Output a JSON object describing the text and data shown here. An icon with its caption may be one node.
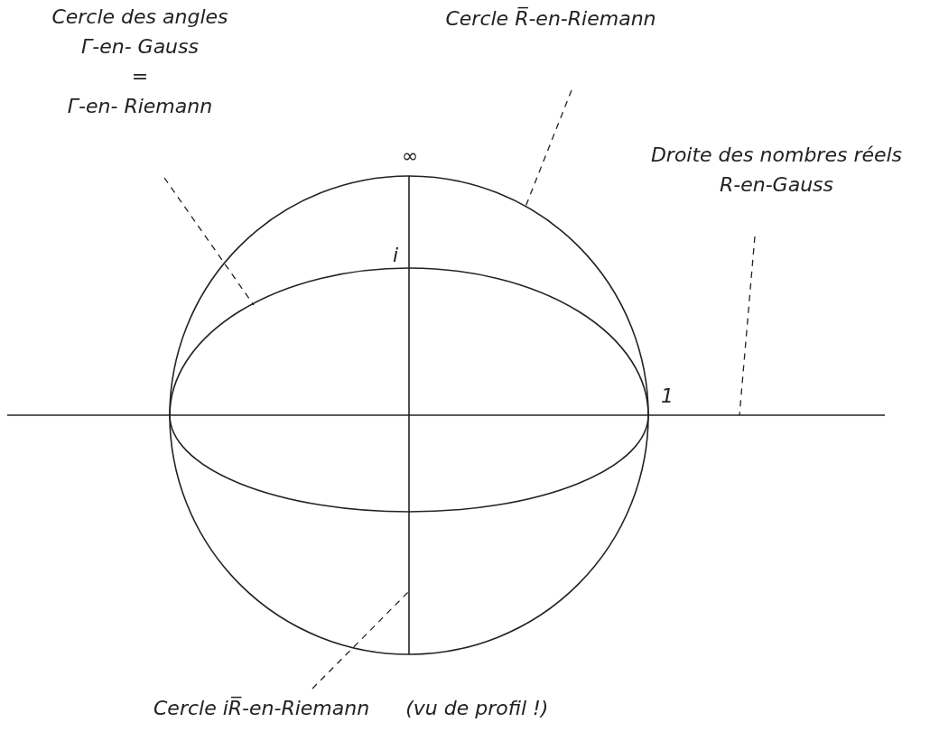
{
  "diagram": {
    "nodes": [
      {
        "text": [
          "Cercle des angles",
          "Γ-en- Gauss",
          "=",
          "Γ-en- Riemann"
        ]
      },
      {
        "text": [
          "Cercle R̅-en-Riemann"
        ]
      },
      {
        "text": [
          "Droite des nombres réels",
          "R-en-Gauss"
        ]
      },
      {
        "text": [
          "Cercle iR̅-en-Riemann",
          "(vu de profil !)"
        ]
      },
      {
        "text": [],
        "shape": "circle"
      },
      {
        "text": [],
        "shape": "ellipse",
        "in": 4
      },
      {
        "text": [],
        "shape": "line"
      },
      {
        "text": [],
        "shape": "line",
        "in": 4
      }
    ],
    "edges": [
      {
        "from": 0,
        "to": 5,
        "arrow": "none",
        "style": "dashed"
      },
      {
        "from": 1,
        "to": 4,
        "arrow": "none",
        "style": "dashed"
      },
      {
        "from": 2,
        "to": 6,
        "arrow": "none",
        "style": "dashed"
      },
      {
        "from": 3,
        "to": 7,
        "arrow": "none",
        "style": "dashed"
      }
    ],
    "labels": [
      "∞",
      "i",
      "1"
    ]
  }
}
